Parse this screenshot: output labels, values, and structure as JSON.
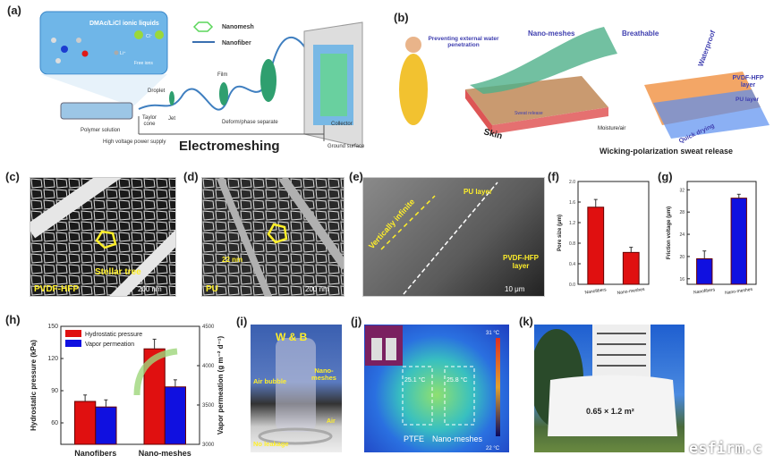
{
  "panels": {
    "a": {
      "label": "(a)",
      "inset_title": "DMAc/LiCl ionic liquids",
      "cl_label": "Cl⁻",
      "li_label": "Li⁺",
      "free_ions": "Free ions",
      "legend_nanomesh": "Nanomesh",
      "legend_nanofiber": "Nanofiber",
      "droplet": "Droplet",
      "film": "Film",
      "taylor_cone": "Taylor cone",
      "jet": "Jet",
      "deform": "Deform/phase separate",
      "collector": "Collector",
      "polymer_solution": "Polymer solution",
      "hv_supply": "High voltage power supply",
      "ground": "Ground surface",
      "title": "Electromeshing"
    },
    "b": {
      "label": "(b)",
      "preventing": "Preventing external water penetration",
      "nanomeshes": "Nano-meshes",
      "breathable": "Breathable",
      "waterproof": "Waterproof",
      "sweat_release": "Sweat release",
      "skin": "Skin",
      "pvdf_layer": "PVDF-HFP layer",
      "pu_layer": "PU layer",
      "moisture": "Moisture/air",
      "quick_drying": "Quick drying",
      "title": "Wicking-polarization sweat release"
    },
    "c": {
      "label": "(c)",
      "annotation": "Stellar tree",
      "material": "PVDF-HFP",
      "scale": "200 nm"
    },
    "d": {
      "label": "(d)",
      "annotation": "22 nm",
      "material": "PU",
      "scale": "200 nm"
    },
    "e": {
      "label": "(e)",
      "vertical": "Vertically infinite",
      "pu_layer": "PU layer",
      "pvdf_layer": "PVDF-HFP layer",
      "scale": "10 μm"
    },
    "f": {
      "label": "(f)"
    },
    "g": {
      "label": "(g)"
    },
    "h": {
      "label": "(h)"
    },
    "i": {
      "label": "(i)",
      "title": "W & B",
      "air_bubble": "Air bubble",
      "nanomeshes": "Nano-meshes",
      "air": "Air",
      "no_leakage": "No leakage"
    },
    "j": {
      "label": "(j)",
      "temp_max": "31 °C",
      "temp_min": "22 °C",
      "ptfe_temp": "25.1 °C",
      "mesh_temp": "25.8 °C",
      "ptfe": "PTFE",
      "nanomeshes": "Nano-meshes"
    },
    "k": {
      "label": "(k)",
      "size": "0.65 × 1.2 m²"
    }
  },
  "watermark": "esfirm.c",
  "chart_data": [
    {
      "id": "f",
      "type": "bar",
      "categories": [
        "Nanofibers",
        "Nano-meshes"
      ],
      "values": [
        1.5,
        0.62
      ],
      "errors": [
        0.15,
        0.1
      ],
      "ylabel": "Pore size (μm)",
      "ylim": [
        0,
        2.0
      ],
      "yticks": [
        "0.0",
        "0.4",
        "0.8",
        "1.2",
        "1.6",
        "2.0"
      ],
      "color": "#e01010"
    },
    {
      "id": "g",
      "type": "bar",
      "categories": [
        "Nanofibers",
        "Nano-meshes"
      ],
      "values": [
        19.6,
        30.5
      ],
      "errors": [
        1.4,
        0.7
      ],
      "ylabel": "Friction voltage (μm)",
      "ylim": [
        15,
        33.5
      ],
      "yticks": [
        "16",
        "20",
        "24",
        "28",
        "32"
      ],
      "color": "#1010e0"
    },
    {
      "id": "h",
      "type": "bar",
      "categories": [
        "Nanofibers",
        "Nano-meshes"
      ],
      "series": [
        {
          "name": "Hydrostatic pressure",
          "axis": "left",
          "values": [
            80,
            129
          ],
          "errors": [
            6,
            9
          ],
          "color": "#e01010"
        },
        {
          "name": "Vapor permeation",
          "axis": "right",
          "values": [
            3475,
            3730
          ],
          "errors": [
            90,
            90
          ],
          "color": "#1010e0"
        }
      ],
      "ylabel": "Hydrostatic pressure (kPa)",
      "ylim": [
        40,
        150
      ],
      "yticks": [
        "60",
        "90",
        "120",
        "150"
      ],
      "y2label": "Vapor permeation (g m⁻² d⁻¹)",
      "y2lim": [
        3000,
        4500
      ],
      "y2ticks": [
        "3000",
        "3500",
        "4000",
        "4500"
      ],
      "legend": "top-left"
    }
  ]
}
